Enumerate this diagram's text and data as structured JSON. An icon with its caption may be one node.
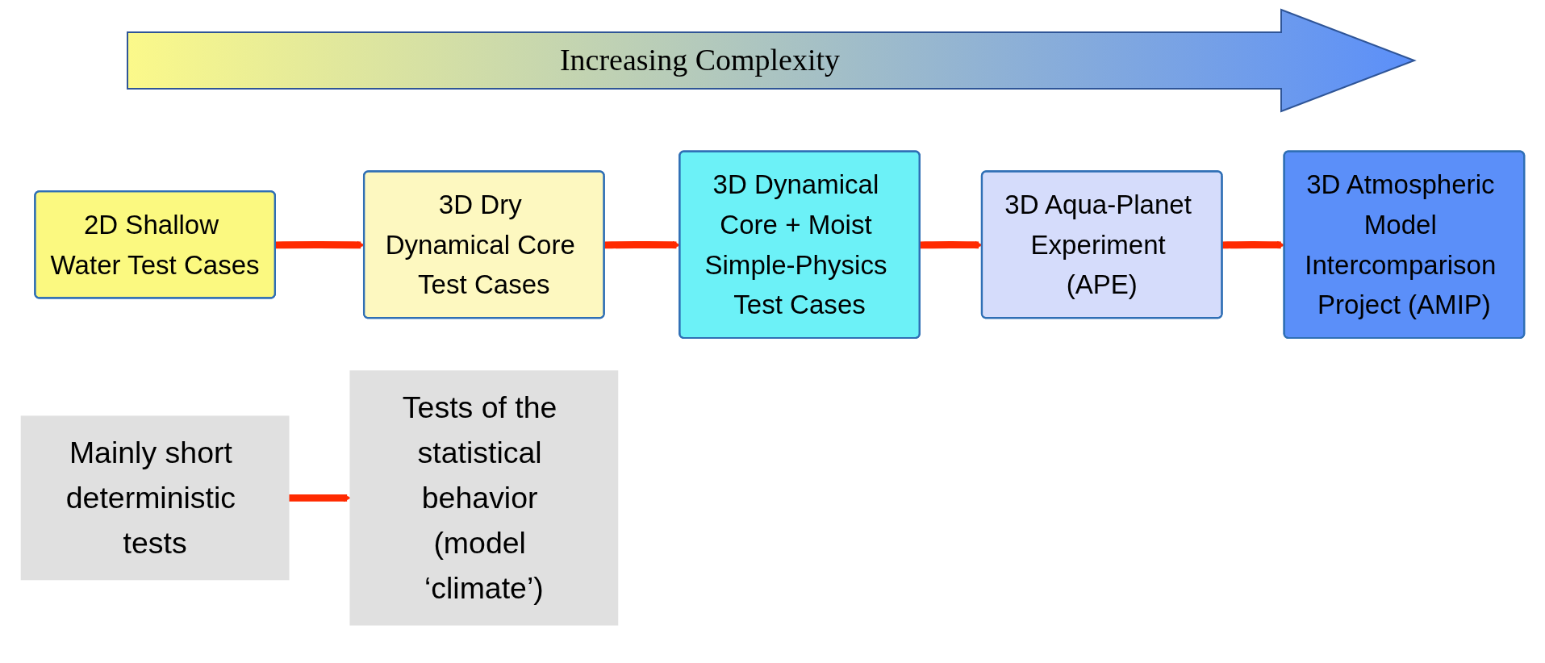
{
  "diagram": {
    "nodes": [
      {
        "text": [
          "2D Shallow Water Test Cases"
        ]
      },
      {
        "text": [
          "3D Dry Dynamical Core Test Cases"
        ]
      },
      {
        "text": [
          "3D Dynamical Core + Moist Simple-Physics Test Cases"
        ]
      },
      {
        "text": [
          "3D Aqua-Planet Experiment (APE)"
        ]
      },
      {
        "text": [
          "3D Atmospheric Model Intercomparison Project (AMIP)"
        ]
      },
      {
        "text": [
          "Mainly short deterministic tests"
        ]
      },
      {
        "text": [
          "Tests of the statistical behavior (model ‘climate’)"
        ]
      }
    ],
    "edges": [
      {
        "from": 0,
        "to": 1,
        "arrow": "to"
      },
      {
        "from": 1,
        "to": 2,
        "arrow": "to"
      },
      {
        "from": 2,
        "to": 3,
        "arrow": "to"
      },
      {
        "from": 3,
        "to": 4,
        "arrow": "to"
      },
      {
        "from": 5,
        "to": 6,
        "arrow": "to"
      }
    ],
    "labels": [
      "Increasing Complexity"
    ]
  }
}
